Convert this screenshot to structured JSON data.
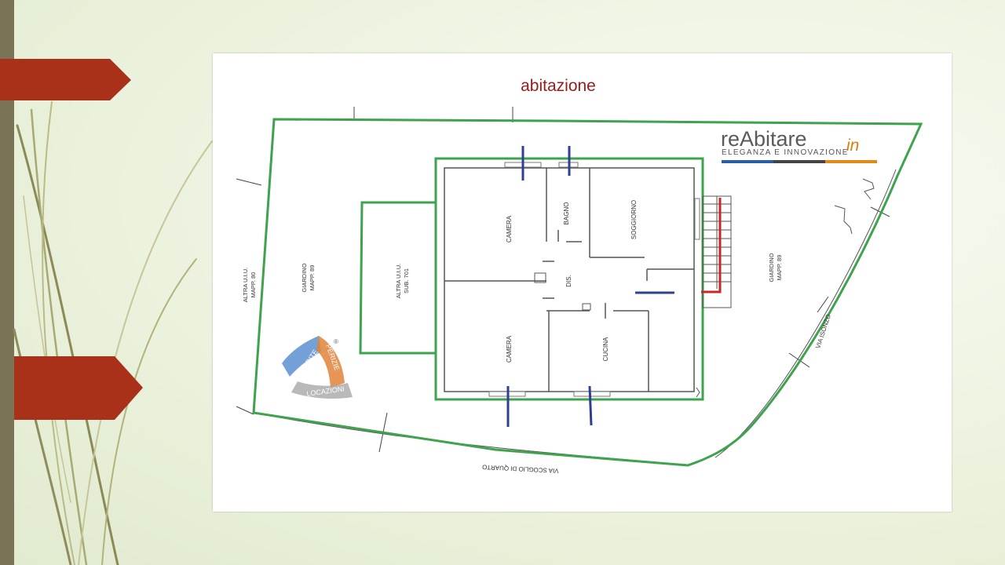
{
  "title": "abitazione",
  "logo": {
    "brand": "reAbitare",
    "brand_suffix": "in",
    "tagline": "ELEGANZA E INNOVAZIONE"
  },
  "watermark": {
    "words": [
      "VENDITE",
      "PERIZIE",
      "LOCAZIONI"
    ],
    "mark": "®"
  },
  "rooms": {
    "camera_top": "CAMERA",
    "bagno": "BAGNO",
    "soggiorno": "SOGGIORNO",
    "dis": "DIS.",
    "camera_bottom": "CAMERA",
    "cucina": "CUCINA"
  },
  "labels": {
    "altra_left_1": "ALTRA U.I.U.",
    "altra_left_2": "MAPP. 80",
    "giardino_left_1": "GIARDINO",
    "giardino_left_2": "MAPP. 89",
    "altra_sub_1": "ALTRA U.I.U.",
    "altra_sub_2": "SUB. 701",
    "giardino_right_1": "GIARDINO",
    "giardino_right_2": "MAPP. 89",
    "via_isonzo": "VIA ISONZO",
    "via_scoglio": "VIA SCOGLIO DI QUARTO"
  },
  "colors": {
    "title": "#9b1b1b",
    "boundary_green": "#3fa34d",
    "marker_blue": "#2e3f94",
    "marker_red": "#c62828",
    "arrow": "#a9311a",
    "sidebar": "#7b7355"
  }
}
